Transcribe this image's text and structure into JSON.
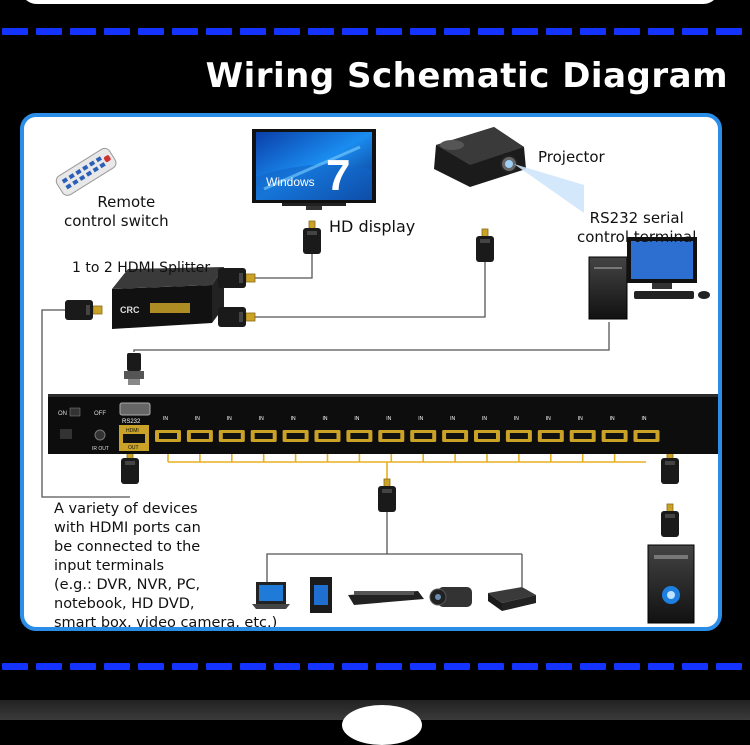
{
  "title": "Wiring Schematic Diagram",
  "labels": {
    "remote": [
      "Remote",
      "control switch"
    ],
    "hd_display": "HD display",
    "projector": "Projector",
    "rs232": [
      "RS232 serial",
      "control terminal"
    ],
    "splitter": "1 to 2 HDMI Splitter",
    "devices": [
      "A variety of devices",
      "with HDMI ports can",
      "be connected to the",
      "input terminals",
      "(e.g.: DVR, NVR, PC,",
      "notebook, HD DVD,",
      "smart box, video camera, etc.)"
    ]
  },
  "screen_text": {
    "windows": "Windows",
    "seven": "7"
  },
  "device_panel": {
    "on": "ON",
    "off": "OFF",
    "rs232": "RS232",
    "hdmi_out": "HDMI",
    "out": "OUT",
    "ir_out": "IR OUT",
    "input_label": "IN",
    "input_count": 16
  },
  "splitter_brand": "CRC",
  "colors": {
    "accent_blue": "#2a8ee8",
    "dash_blue": "#1433ff",
    "hdmi_gold": "#c9a227",
    "wire": "#555555"
  }
}
